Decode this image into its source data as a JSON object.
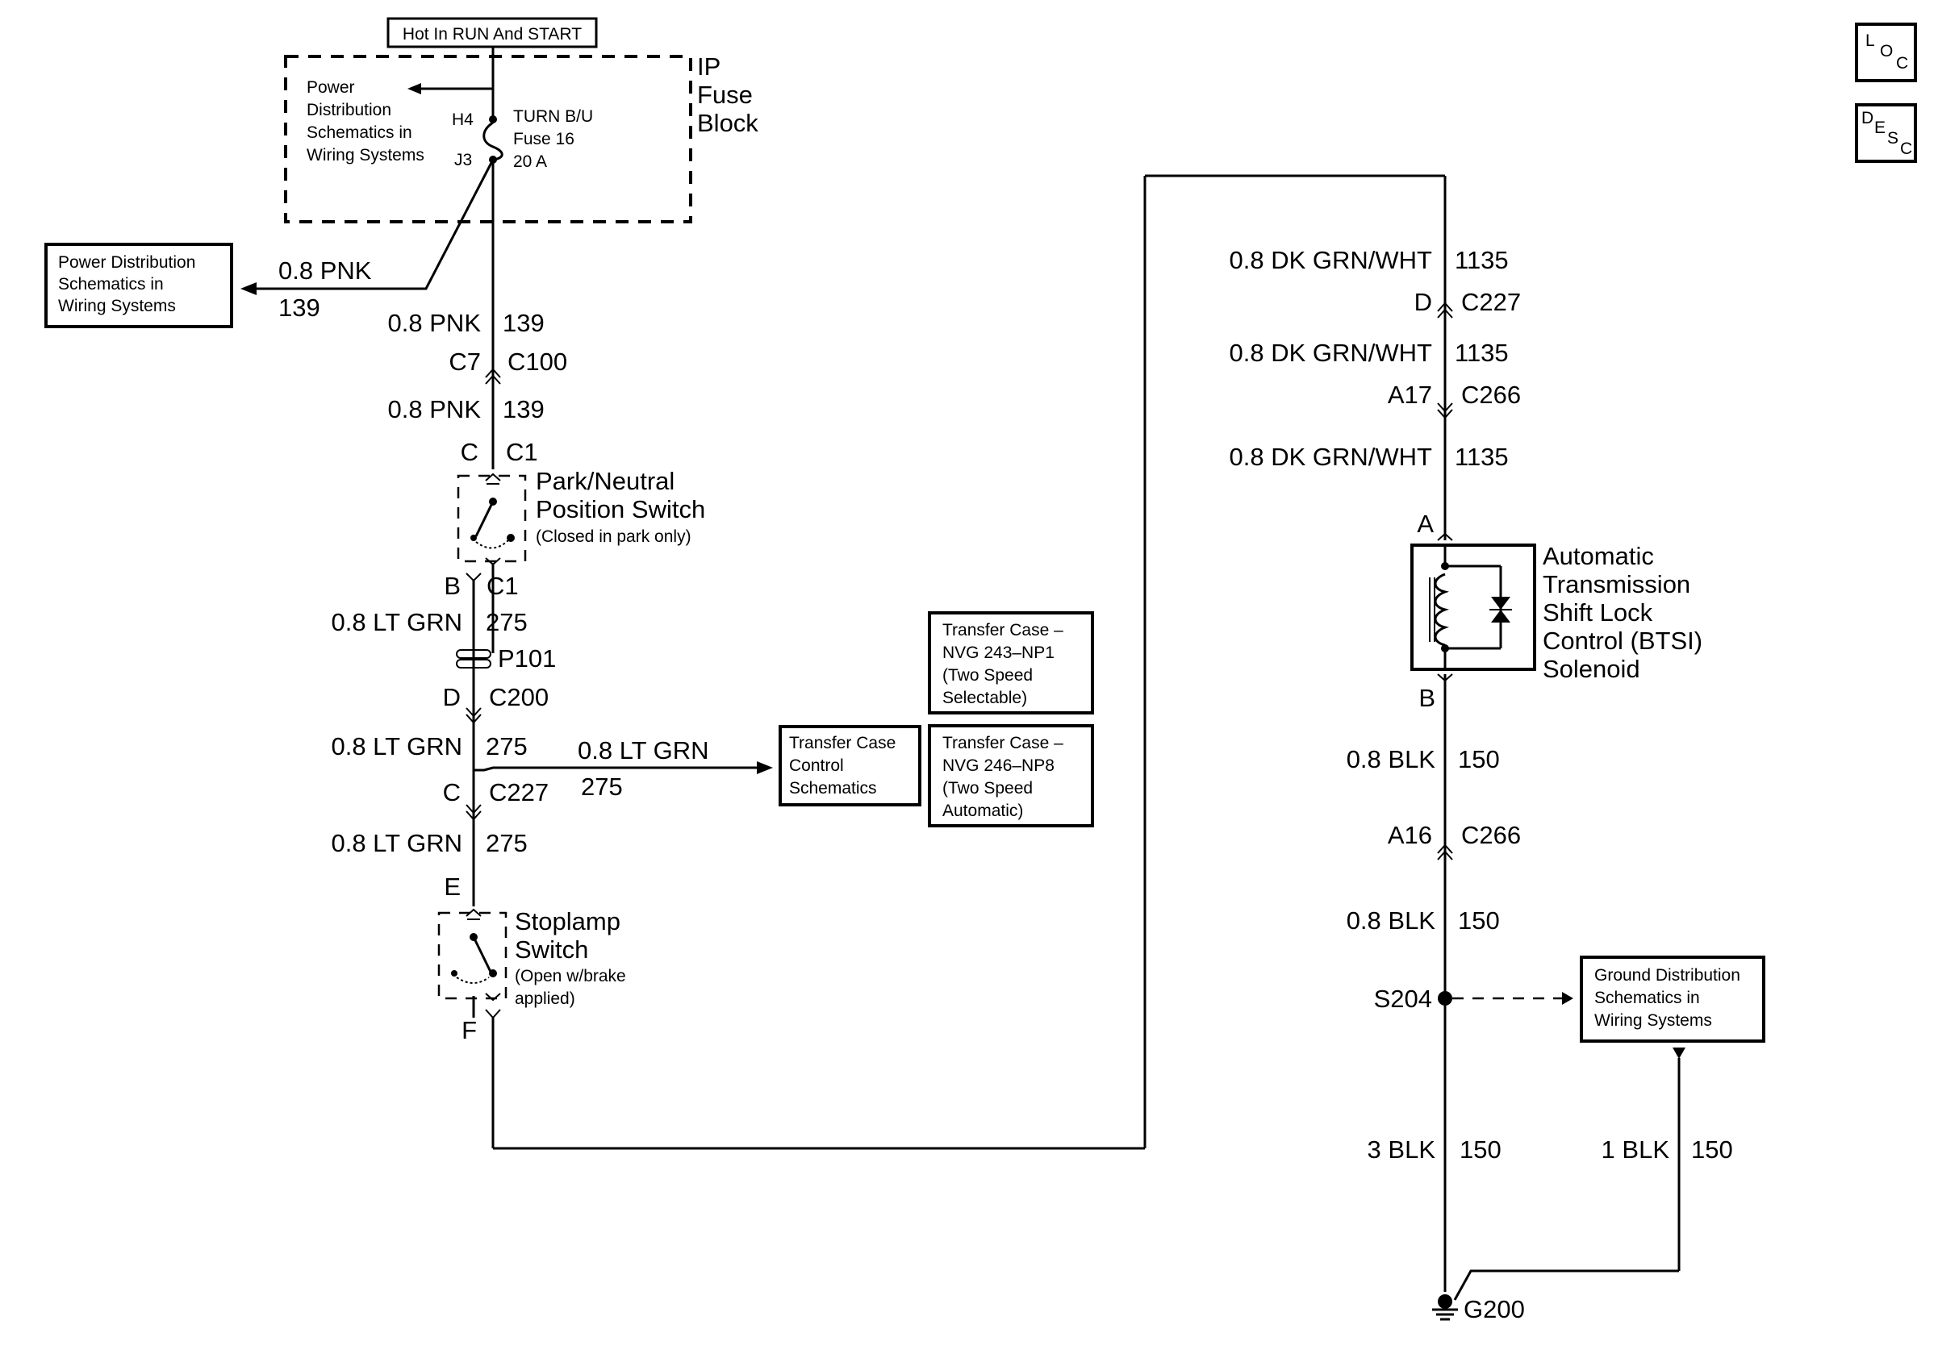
{
  "header": {
    "hot_label": "Hot In RUN And START",
    "fuse_block": [
      "IP",
      "Fuse",
      "Block"
    ]
  },
  "fuse": {
    "pin_in": "H4",
    "pin_out": "J3",
    "label": [
      "TURN B/U",
      "Fuse 16",
      "20 A"
    ],
    "pd_note": [
      "Power",
      "Distribution",
      "Schematics in",
      "Wiring Systems"
    ]
  },
  "pd_box": [
    "Power Distribution",
    "Schematics in",
    "Wiring Systems"
  ],
  "pd_branch": {
    "wire": "0.8 PNK",
    "circuit": "139"
  },
  "left_circuit": {
    "w1": {
      "wire": "0.8 PNK",
      "circuit": "139"
    },
    "c100": {
      "pin": "C7",
      "conn": "C100"
    },
    "w2": {
      "wire": "0.8 PNK",
      "circuit": "139"
    },
    "pn_top": {
      "pin": "C",
      "conn": "C1"
    },
    "pn_switch": {
      "title": [
        "Park/Neutral",
        "Position Switch"
      ],
      "note": "(Closed in park only)"
    },
    "pn_bottom": {
      "pin": "B",
      "conn": "C1"
    },
    "w3": {
      "wire": "0.8 LT GRN",
      "circuit": "275"
    },
    "p101": "P101",
    "c200": {
      "pin": "D",
      "conn": "C200"
    },
    "w4": {
      "wire": "0.8 LT GRN",
      "circuit": "275"
    },
    "c227": {
      "pin": "C",
      "conn": "C227"
    },
    "branch": {
      "wire": "0.8 LT GRN",
      "circuit": "275"
    },
    "w5": {
      "wire": "0.8 LT GRN",
      "circuit": "275"
    },
    "stop_top_pin": "E",
    "stop_switch": {
      "title": [
        "Stoplamp",
        "Switch"
      ],
      "note": [
        "(Open w/brake",
        "applied)"
      ]
    },
    "stop_bottom_pin": "F"
  },
  "transfer_boxes": {
    "control": [
      "Transfer Case",
      "Control",
      "Schematics"
    ],
    "np1": [
      "Transfer Case –",
      "NVG 243–NP1",
      "(Two Speed",
      "Selectable)"
    ],
    "np8": [
      "Transfer Case –",
      "NVG 246–NP8",
      "(Two Speed",
      "Automatic)"
    ]
  },
  "right_circuit": {
    "w1": {
      "wire": "0.8 DK GRN/WHT",
      "circuit": "1135"
    },
    "c227": {
      "pin": "D",
      "conn": "C227"
    },
    "w2": {
      "wire": "0.8 DK GRN/WHT",
      "circuit": "1135"
    },
    "c266a": {
      "pin": "A17",
      "conn": "C266"
    },
    "w3": {
      "wire": "0.8 DK GRN/WHT",
      "circuit": "1135"
    },
    "sol_top_pin": "A",
    "solenoid": [
      "Automatic",
      "Transmission",
      "Shift Lock",
      "Control (BTSI)",
      "Solenoid"
    ],
    "sol_bottom_pin": "B",
    "w4": {
      "wire": "0.8 BLK",
      "circuit": "150"
    },
    "c266b": {
      "pin": "A16",
      "conn": "C266"
    },
    "w5": {
      "wire": "0.8 BLK",
      "circuit": "150"
    },
    "splice": "S204",
    "gd_box": [
      "Ground Distribution",
      "Schematics in",
      "Wiring Systems"
    ],
    "w6": {
      "wire": "3 BLK",
      "circuit": "150"
    },
    "w7": {
      "wire": "1 BLK",
      "circuit": "150"
    },
    "ground": "G200"
  },
  "side_buttons": {
    "loc": [
      "L",
      "O",
      "C"
    ],
    "desc": [
      "D",
      "E",
      "S",
      "C"
    ]
  }
}
